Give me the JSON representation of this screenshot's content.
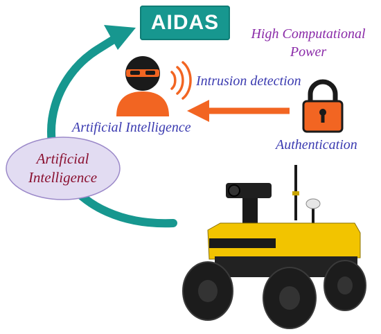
{
  "title_box": {
    "label": "AIDAS"
  },
  "labels": {
    "high_computational_power": "High Computational Power",
    "intrusion_detection": "Intrusion detection",
    "artificial_intelligence_top": "Artificial Intelligence",
    "authentication": "Authentication",
    "artificial_intelligence_ellipse": "Artificial Intelligence"
  },
  "icons": {
    "intruder": "hacker-icon",
    "signal": "signal-waves-icon",
    "lock": "padlock-icon",
    "robot": "robot-vehicle-icon"
  },
  "colors": {
    "teal": "#17978f",
    "orange": "#f26522",
    "ellipse_fill": "#e2dcf2",
    "robot_yellow": "#f2c400"
  }
}
